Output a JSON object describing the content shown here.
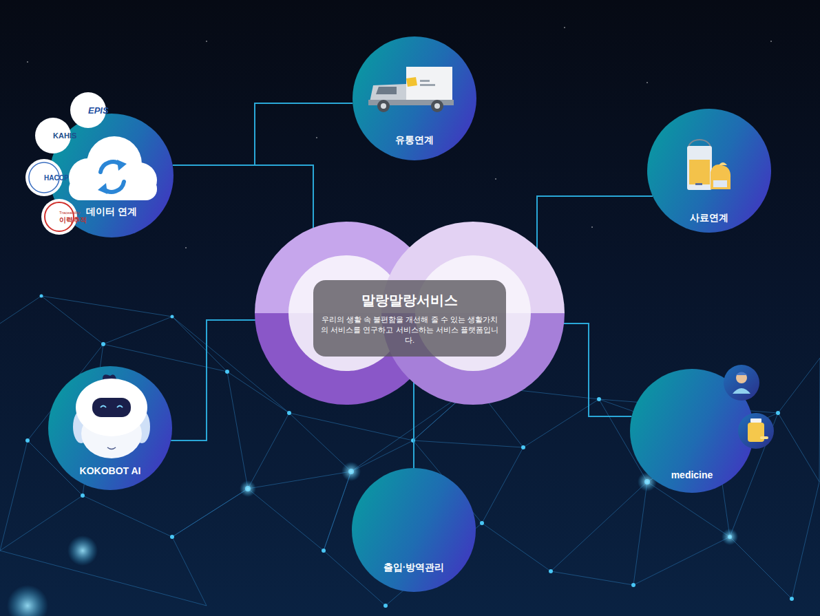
{
  "diagram": {
    "nodes": [
      {
        "text": [
          "데이터 연계"
        ]
      },
      {
        "text": [
          "유통연계"
        ]
      },
      {
        "text": [
          "사료연계"
        ]
      },
      {
        "text": [
          "말랑말랑서비스",
          "우리의 생활 속 불편함을 개선해 줄 수 있는 생활가치의 서비스를 연구하고 서비스하는 서비스 플랫폼입니다."
        ]
      },
      {
        "text": [
          "KOKOBOT AI"
        ]
      },
      {
        "text": [
          "medicine"
        ]
      },
      {
        "text": [
          "출입·방역관리"
        ]
      }
    ],
    "edges": [
      {
        "from": 3,
        "to": 0,
        "arrow": "none"
      },
      {
        "from": 3,
        "to": 1,
        "arrow": "none"
      },
      {
        "from": 3,
        "to": 2,
        "arrow": "none"
      },
      {
        "from": 3,
        "to": 4,
        "arrow": "none"
      },
      {
        "from": 3,
        "to": 5,
        "arrow": "none"
      },
      {
        "from": 3,
        "to": 6,
        "arrow": "none"
      }
    ],
    "labels": [
      "EPIS",
      "KAHIS",
      "HACCP",
      "Traceability",
      "이력추적"
    ]
  }
}
